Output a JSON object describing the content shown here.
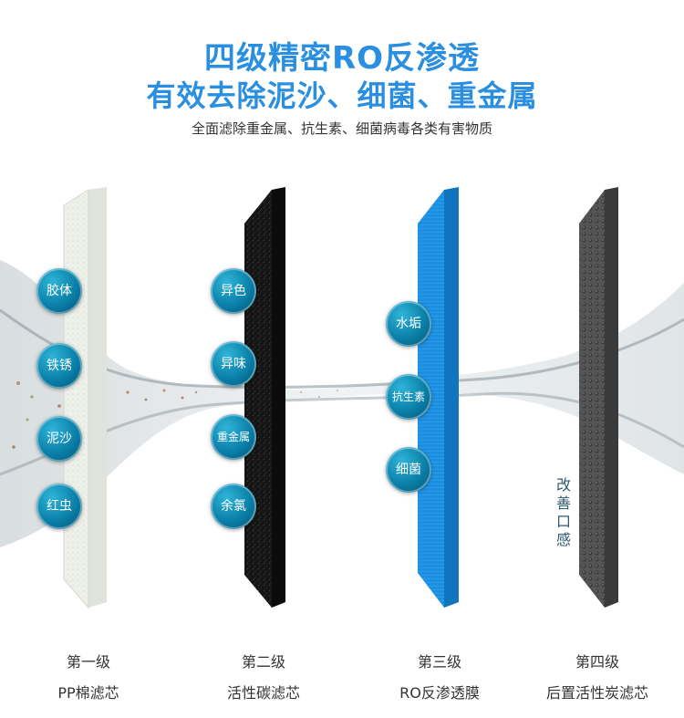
{
  "header": {
    "title_line1": "四级精密RO反渗透",
    "title_line2": "有效去除泥沙、细菌、重金属",
    "subtitle": "全面滤除重金属、抗生素、细菌病毒各类有害物质"
  },
  "stages": [
    {
      "level": "第一级",
      "name": "PP棉滤芯",
      "badges": [
        "胶体",
        "铁锈",
        "泥沙",
        "红虫"
      ]
    },
    {
      "level": "第二级",
      "name": "活性碳滤芯",
      "badges": [
        "异色",
        "异味",
        "重金属",
        "余氯"
      ]
    },
    {
      "level": "第三级",
      "name": "RO反渗透膜",
      "badges": [
        "水垢",
        "抗生素",
        "细菌"
      ]
    },
    {
      "level": "第四级",
      "name": "后置活性炭滤芯",
      "vertical_text": "改善口感"
    }
  ],
  "colors": {
    "title_blue": "#2a8fe0",
    "badge_teal": "#0a7fa8",
    "pp_filter": "#eef1ea",
    "carbon_filter": "#141414",
    "ro_membrane": "#1c8fe0",
    "post_carbon": "#555555"
  }
}
